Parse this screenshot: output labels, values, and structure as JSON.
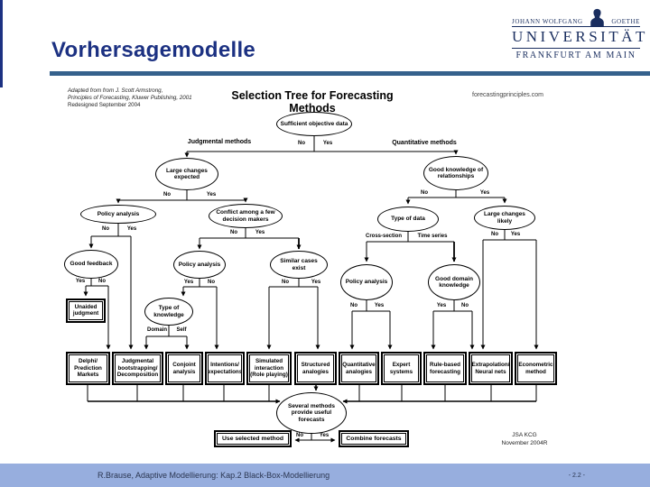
{
  "header": {
    "title": "Vorhersagemodelle",
    "logo": {
      "top_left": "JOHANN WOLFGANG",
      "top_right": "GOETHE",
      "name": "UNIVERSITÄT",
      "city": "FRANKFURT AM MAIN"
    }
  },
  "footer": {
    "left": "R.Brause, Adaptive Modellierung: Kap.2  Black-Box-Modellierung",
    "page": "- 2.2 -"
  },
  "diagram": {
    "attribution_line1": "Adapted from from J. Scott Armstrong,",
    "attribution_line2": "Principles of Forecasting, Kluwer Publishing, 2001",
    "attribution_line3": "Redesigned September 2004",
    "title": "Selection Tree for Forecasting Methods",
    "website": "forecastingprinciples.com",
    "credit_line1": "JSA KCG",
    "credit_line2": "November 2004R",
    "group_labels": {
      "judgmental": "Judgmental methods",
      "quantitative": "Quantitative methods"
    },
    "branch": {
      "no": "No",
      "yes": "Yes",
      "domain": "Domain",
      "self": "Self",
      "cross_section": "Cross-section",
      "time_series": "Time series"
    },
    "ovals": {
      "sufficient_data": "Sufficient objective data",
      "large_changes_expected": "Large changes expected",
      "policy_analysis_a": "Policy analysis",
      "conflict_decision_makers": "Conflict among a few decision makers",
      "good_feedback": "Good feedback",
      "policy_analysis_b": "Policy analysis",
      "similar_cases": "Similar cases exist",
      "good_knowledge": "Good knowledge of relationships",
      "type_of_data": "Type of data",
      "large_changes_likely": "Large changes likely",
      "policy_analysis_c": "Policy analysis",
      "good_domain_knowledge": "Good domain knowledge",
      "type_of_knowledge": "Type of knowledge",
      "several_methods": "Several methods provide useful forecasts"
    },
    "terminals": {
      "unaided_judgment": "Unaided judgment",
      "use_selected_method": "Use selected method",
      "combine_forecasts": "Combine forecasts"
    },
    "methods": [
      "Delphi/ Prediction Markets",
      "Judgmental bootstrapping/ Decomposition",
      "Conjoint analysis",
      "Intentions/ expectations",
      "Simulated interaction (Role playing)",
      "Structured analogies",
      "Quantitative analogies",
      "Expert systems",
      "Rule-based forecasting",
      "Extrapolation/ Neural nets",
      "Econometric method"
    ]
  },
  "colors": {
    "title_blue": "#1c3182",
    "rule_blue": "#35618c",
    "footer_band": "#97aede"
  }
}
